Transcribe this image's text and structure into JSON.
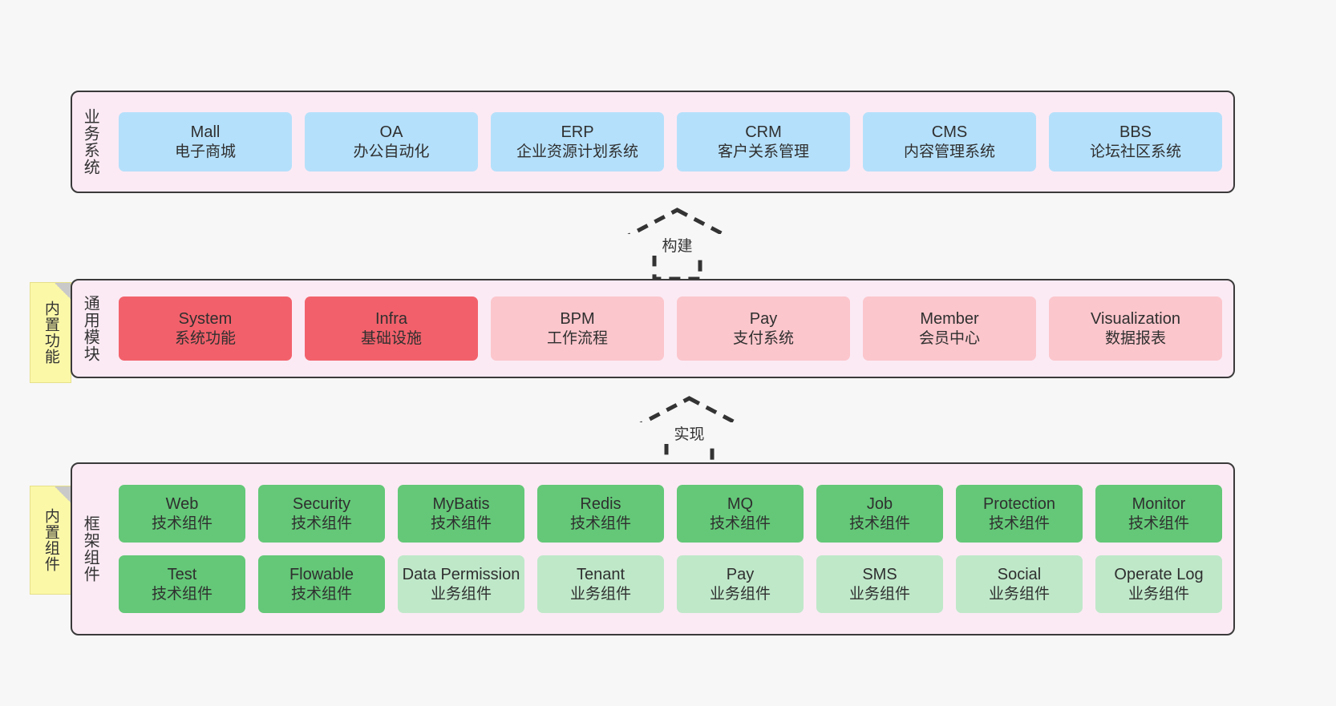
{
  "diagram": {
    "background_color": "#f7f7f7",
    "layers": [
      {
        "id": "business",
        "title": "业务系统",
        "card_color": "#b5e0fb",
        "cards": [
          {
            "title": "Mall",
            "subtitle": "电子商城"
          },
          {
            "title": "OA",
            "subtitle": "办公自动化"
          },
          {
            "title": "ERP",
            "subtitle": "企业资源计划系统"
          },
          {
            "title": "CRM",
            "subtitle": "客户关系管理"
          },
          {
            "title": "CMS",
            "subtitle": "内容管理系统"
          },
          {
            "title": "BBS",
            "subtitle": "论坛社区系统"
          }
        ]
      },
      {
        "id": "modules",
        "title": "通用模块",
        "note": "内置功能",
        "note_color": "#fbf8a8",
        "cards": [
          {
            "title": "System",
            "subtitle": "系统功能",
            "color": "#f2616b"
          },
          {
            "title": "Infra",
            "subtitle": "基础设施",
            "color": "#f2616b"
          },
          {
            "title": "BPM",
            "subtitle": "工作流程",
            "color": "#fbc6cc"
          },
          {
            "title": "Pay",
            "subtitle": "支付系统",
            "color": "#fbc6cc"
          },
          {
            "title": "Member",
            "subtitle": "会员中心",
            "color": "#fbc6cc"
          },
          {
            "title": "Visualization",
            "subtitle": "数据报表",
            "color": "#fbc6cc"
          }
        ]
      },
      {
        "id": "framework",
        "title": "框架组件",
        "note": "内置组件",
        "note_color": "#fbf8a8",
        "row1": [
          {
            "title": "Web",
            "subtitle": "技术组件",
            "color": "#64c878"
          },
          {
            "title": "Security",
            "subtitle": "技术组件",
            "color": "#64c878"
          },
          {
            "title": "MyBatis",
            "subtitle": "技术组件",
            "color": "#64c878"
          },
          {
            "title": "Redis",
            "subtitle": "技术组件",
            "color": "#64c878"
          },
          {
            "title": "MQ",
            "subtitle": "技术组件",
            "color": "#64c878"
          },
          {
            "title": "Job",
            "subtitle": "技术组件",
            "color": "#64c878"
          },
          {
            "title": "Protection",
            "subtitle": "技术组件",
            "color": "#64c878"
          },
          {
            "title": "Monitor",
            "subtitle": "技术组件",
            "color": "#64c878"
          }
        ],
        "row2": [
          {
            "title": "Test",
            "subtitle": "技术组件",
            "color": "#64c878"
          },
          {
            "title": "Flowable",
            "subtitle": "技术组件",
            "color": "#64c878"
          },
          {
            "title": "Data Permission",
            "subtitle": "业务组件",
            "color": "#bfe8c9"
          },
          {
            "title": "Tenant",
            "subtitle": "业务组件",
            "color": "#bfe8c9"
          },
          {
            "title": "Pay",
            "subtitle": "业务组件",
            "color": "#bfe8c9"
          },
          {
            "title": "SMS",
            "subtitle": "业务组件",
            "color": "#bfe8c9"
          },
          {
            "title": "Social",
            "subtitle": "业务组件",
            "color": "#bfe8c9"
          },
          {
            "title": "Operate Log",
            "subtitle": "业务组件",
            "color": "#bfe8c9"
          }
        ]
      }
    ],
    "arrows": [
      {
        "id": "build",
        "label": "构建",
        "style": "dashed-hollow-triangle",
        "direction": "up"
      },
      {
        "id": "impl",
        "label": "实现",
        "style": "dashed-hollow-triangle",
        "direction": "up"
      }
    ]
  }
}
